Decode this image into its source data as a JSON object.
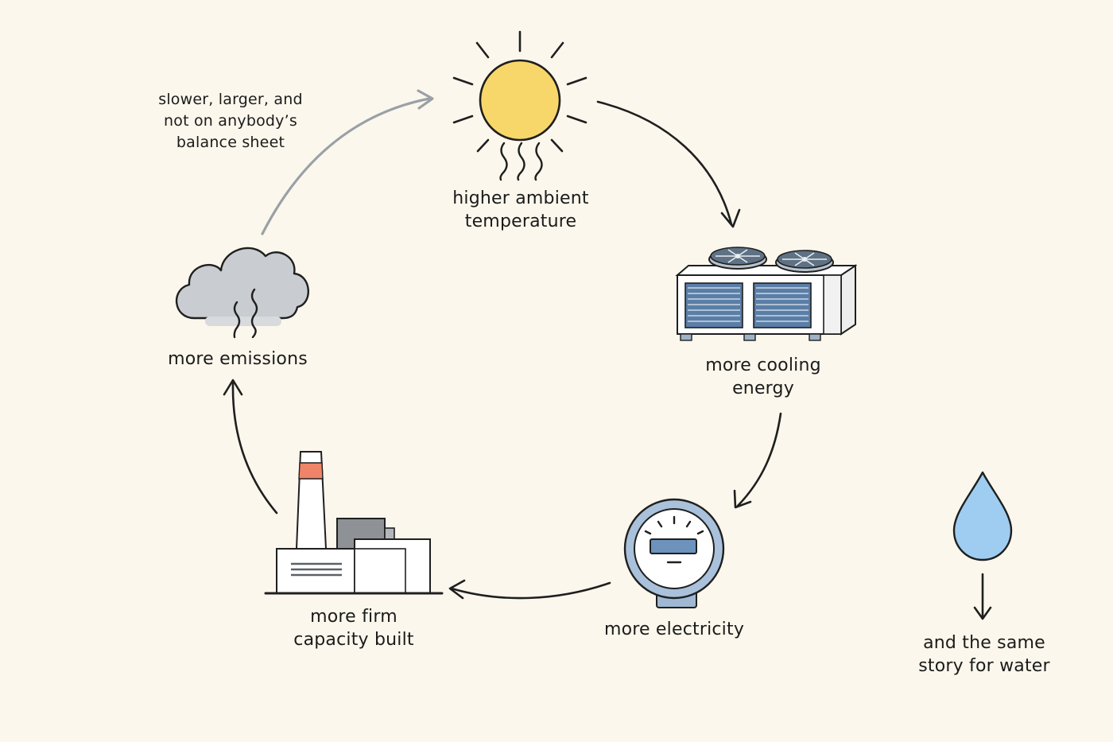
{
  "nodes": {
    "temperature": {
      "icon": "sun-icon",
      "lines": [
        "higher ambient",
        "temperature"
      ]
    },
    "cooling": {
      "icon": "cooling-unit-icon",
      "lines": [
        "more cooling",
        "energy"
      ]
    },
    "electricity": {
      "icon": "electricity-meter-icon",
      "lines": [
        "more electricity"
      ]
    },
    "capacity": {
      "icon": "power-plant-icon",
      "lines": [
        "more firm",
        "capacity built"
      ]
    },
    "emissions": {
      "icon": "cloud-icon",
      "lines": [
        "more emissions"
      ]
    }
  },
  "note": {
    "lines": [
      "slower, larger, and",
      "not on anybody’s",
      "balance sheet"
    ]
  },
  "water": {
    "icon": "water-drop-icon",
    "lines": [
      "and the same",
      "story for water"
    ]
  },
  "colors": {
    "background": "#fbf7ec",
    "arrow": "#1f1f1f",
    "feedback_arrow": "#9aa0a6",
    "sun": "#f8d76a",
    "cloud": "#c9ccd0",
    "steel_blue": "#5a7ea6",
    "accent_red": "#f08468",
    "water": "#9ecdf1"
  }
}
